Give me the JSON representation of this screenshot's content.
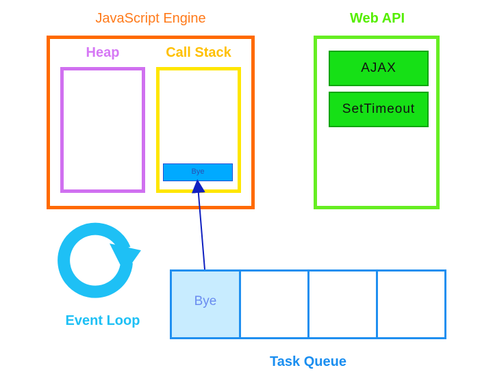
{
  "engine": {
    "title": "JavaScript Engine"
  },
  "heap": {
    "title": "Heap"
  },
  "call_stack": {
    "title": "Call Stack",
    "frames": [
      "Bye"
    ]
  },
  "web_api": {
    "title": "Web API",
    "items": [
      "AJAX",
      "SetTimeout"
    ]
  },
  "task_queue": {
    "title": "Task Queue",
    "items": [
      "Bye",
      "",
      "",
      ""
    ]
  },
  "event_loop": {
    "title": "Event Loop"
  },
  "colors": {
    "engine": "#ff6a00",
    "heap": "#d070f0",
    "call_stack": "#ffe600",
    "web_api": "#66ee22",
    "api_item_fill": "#16e016",
    "queue": "#1f8ff0",
    "event_loop": "#1ec0f5",
    "arrow": "#1020c0"
  }
}
